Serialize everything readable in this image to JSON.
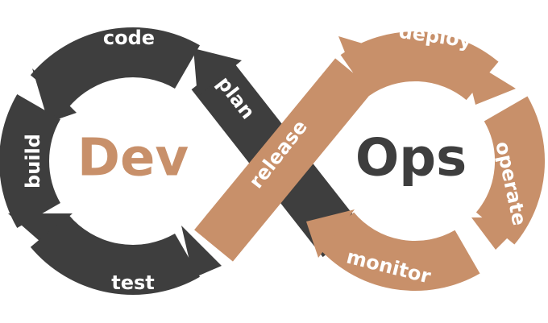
{
  "colors": {
    "dev": "#3e3e3e",
    "ops": "#c8906a",
    "background": "#ffffff"
  },
  "center": {
    "left": "Dev",
    "right": "Ops"
  },
  "stages": {
    "code": "code",
    "build": "build",
    "test": "test",
    "plan": "plan",
    "release": "release",
    "deploy": "deploy",
    "operate": "operate",
    "monitor": "monitor"
  }
}
